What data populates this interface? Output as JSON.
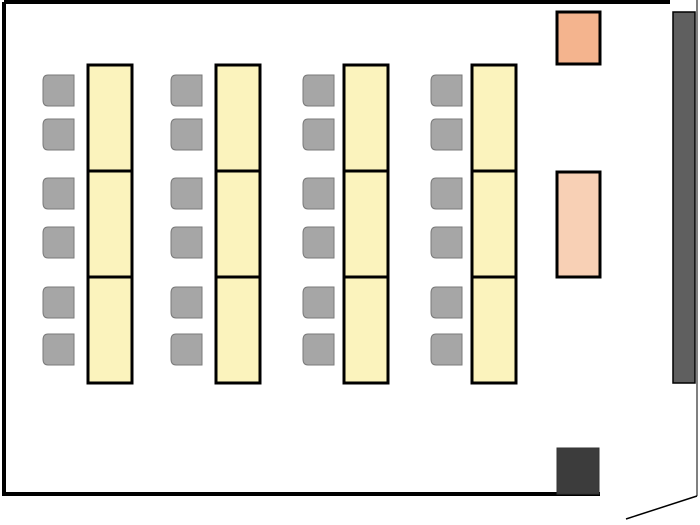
{
  "room": {
    "wall_color": "#000000",
    "screen_color": "#5f5f5f",
    "floor_color": "#ffffff"
  },
  "layout": {
    "desk_columns": 4,
    "desk_segments_per_column": 3,
    "chairs_per_column": 6
  },
  "colors": {
    "desk_fill": "#fbf3bd",
    "desk_stroke": "#000000",
    "chair_fill": "#a6a6a6",
    "chair_stroke": "#7a7a7a",
    "lectern_fill": "#f4b48e",
    "teacher_desk_fill": "#f8d0b5",
    "cabinet_fill": "#3c3c3c"
  },
  "icons": {
    "door": "door-swing-icon",
    "chair": "chair-icon"
  }
}
